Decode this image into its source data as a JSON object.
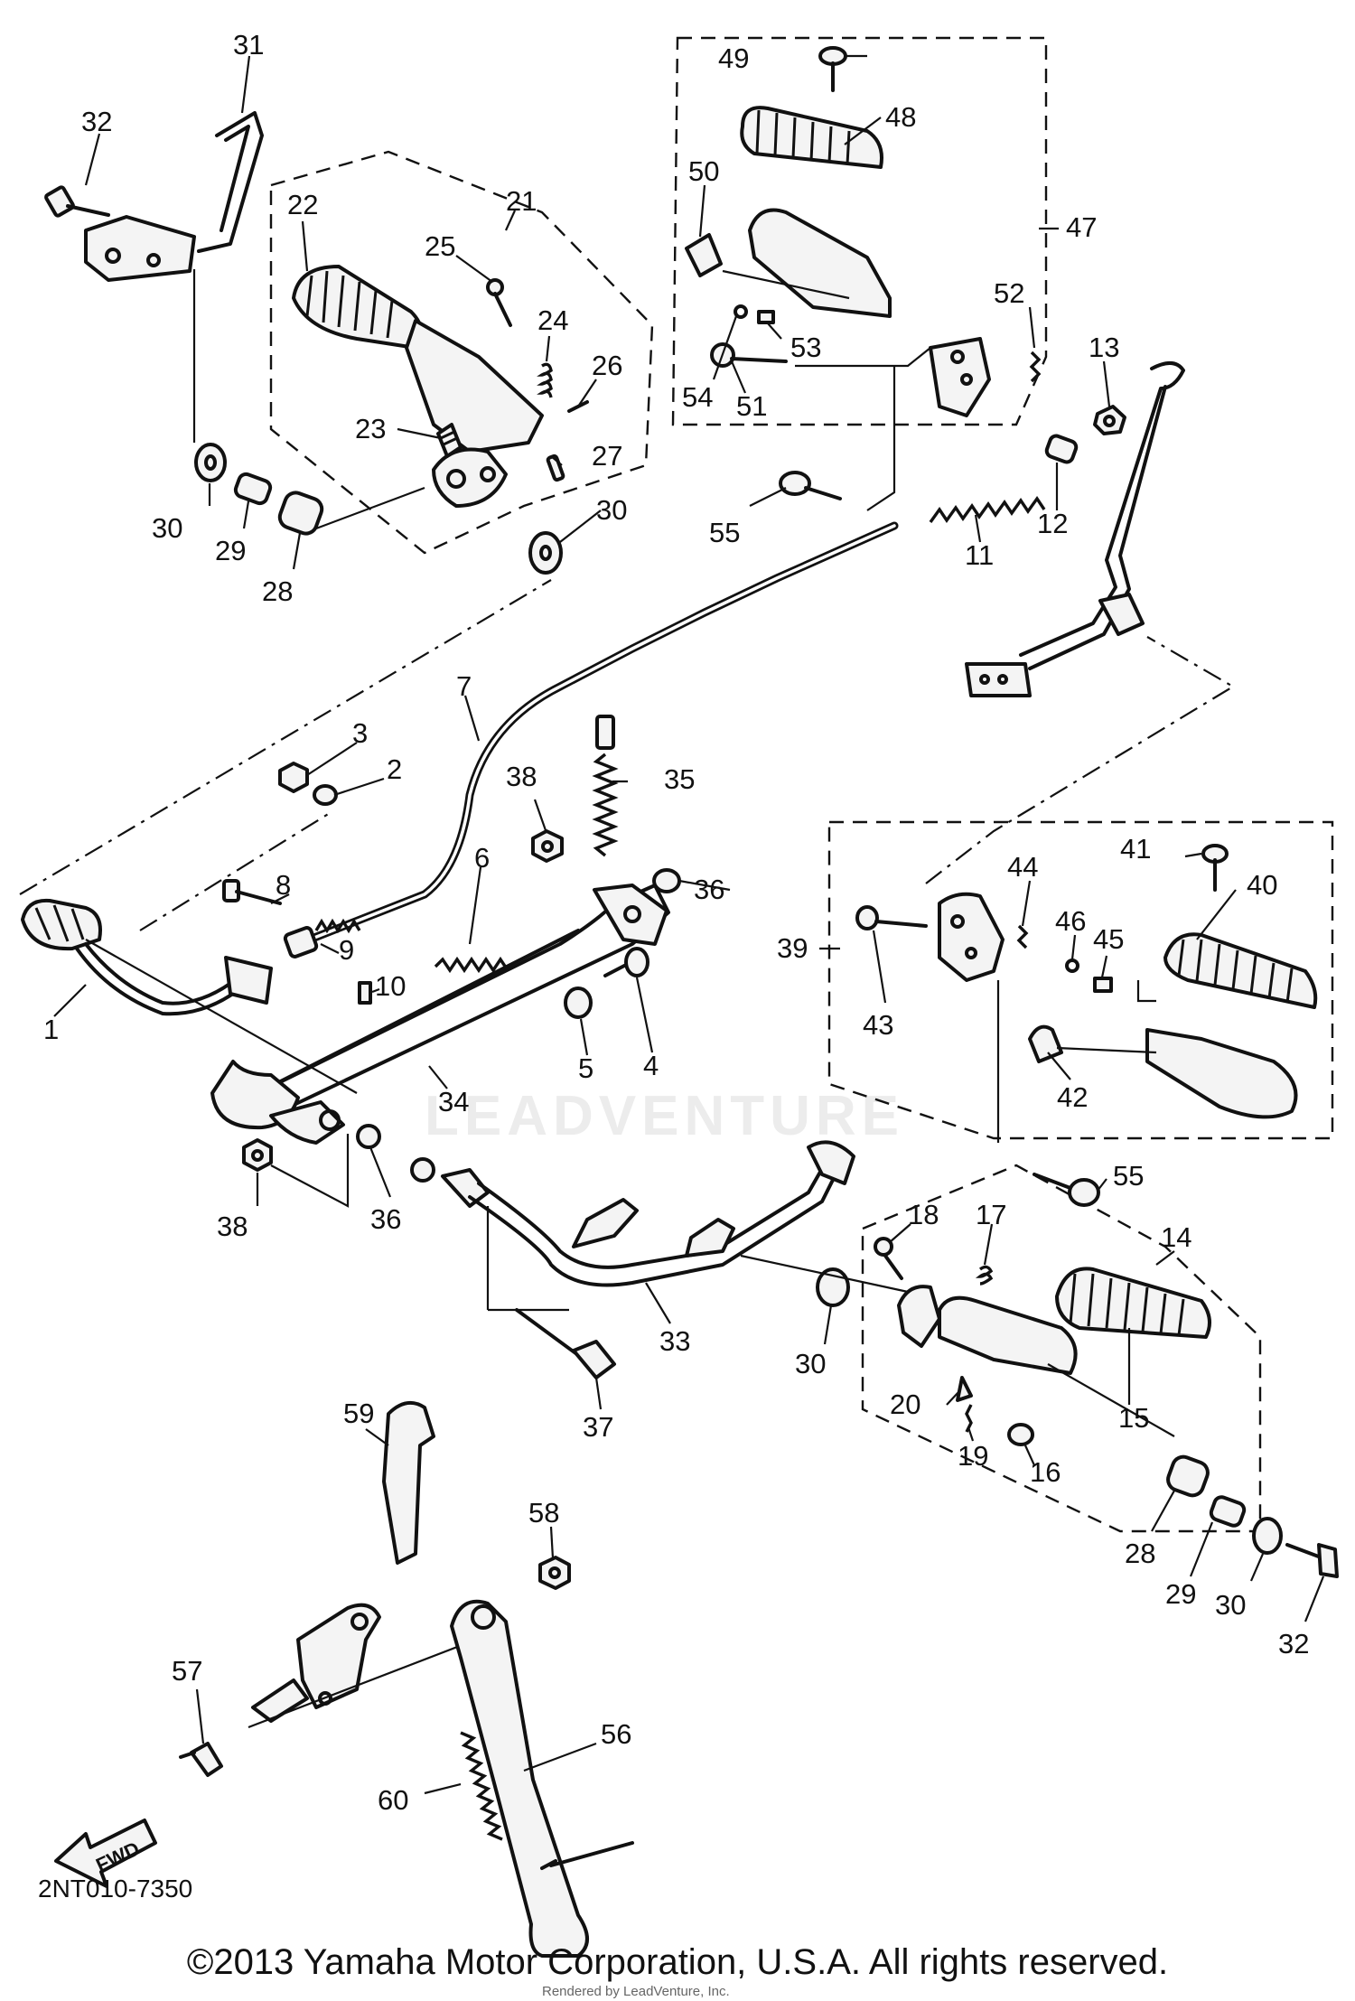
{
  "diagram": {
    "callouts": [
      "1",
      "2",
      "3",
      "4",
      "5",
      "6",
      "7",
      "8",
      "9",
      "10",
      "11",
      "12",
      "13",
      "14",
      "15",
      "16",
      "17",
      "18",
      "19",
      "20",
      "21",
      "22",
      "23",
      "24",
      "25",
      "26",
      "27",
      "28",
      "29",
      "30",
      "31",
      "32",
      "33",
      "34",
      "35",
      "36",
      "37",
      "38",
      "39",
      "40",
      "41",
      "42",
      "43",
      "44",
      "45",
      "46",
      "47",
      "48",
      "49",
      "50",
      "51",
      "52",
      "53",
      "54",
      "55",
      "56",
      "57",
      "58",
      "59",
      "60"
    ],
    "code": "2NT010-7350",
    "copyright": "©2013 Yamaha Motor Corporation, U.S.A. All rights reserved.",
    "render_credit": "Rendered by LeadVenture, Inc.",
    "watermark": "LEADVENTURE",
    "fwd_label": "FWD"
  }
}
